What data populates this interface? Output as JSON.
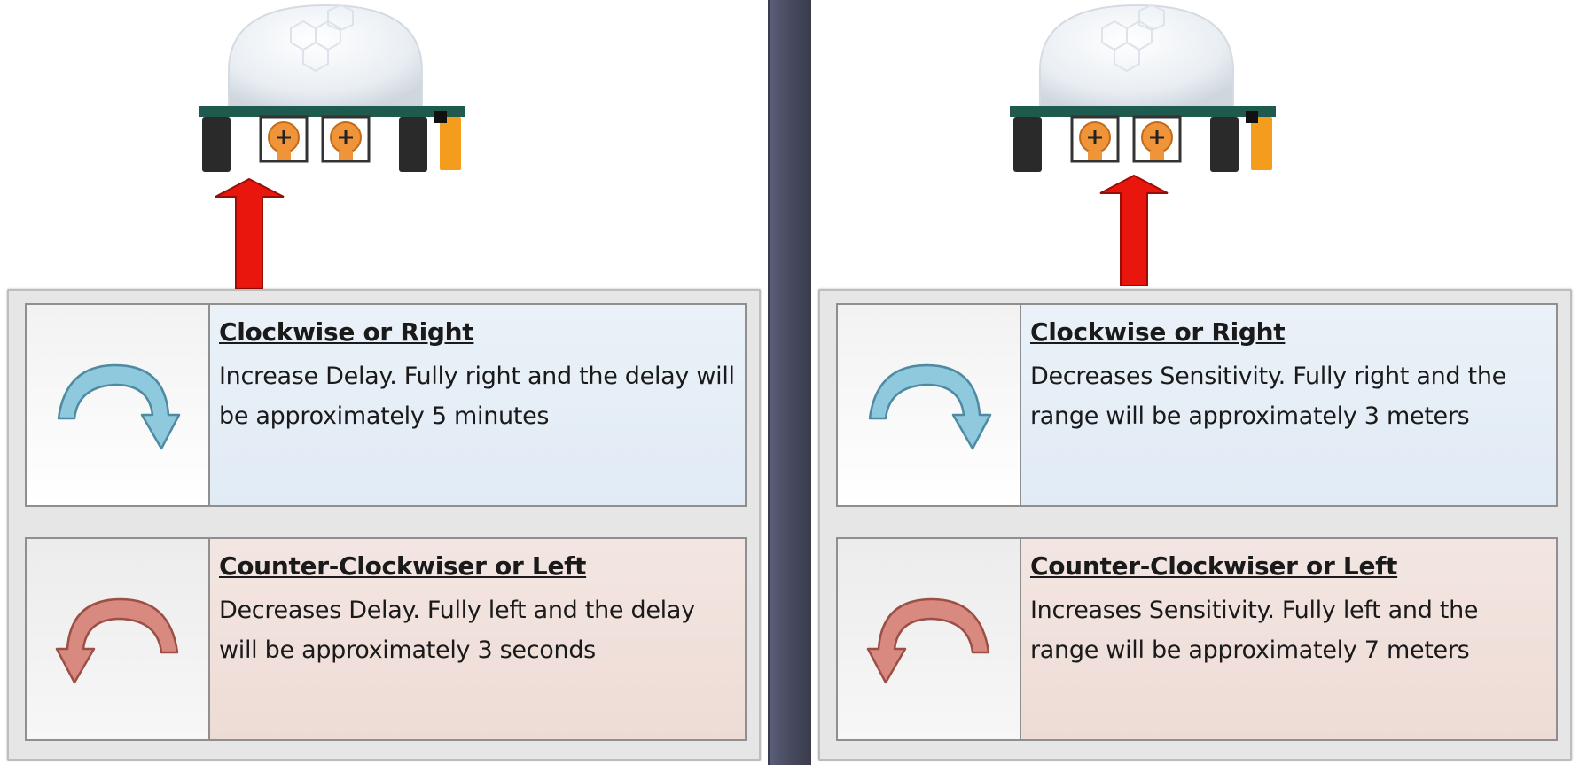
{
  "panels": [
    {
      "clockwise": {
        "heading": "Clockwise or Right",
        "description": "Increase Delay.  Fully right and the delay will be approximately 5 minutes",
        "icon": "clockwise-arrow-icon",
        "color": "#8fc9de"
      },
      "counter_clockwise": {
        "heading": "Counter-Clockwiser or Left",
        "description": "Decreases Delay.  Fully left and the delay will be approximately 3 seconds",
        "icon": "counter-clockwise-arrow-icon",
        "color": "#d88a80"
      },
      "pointer_potentiometer": "left",
      "pointer_icon": "red-up-arrow-icon"
    },
    {
      "clockwise": {
        "heading": "Clockwise or Right",
        "description": "Decreases Sensitivity.  Fully right and the range will be approximately 3 meters",
        "icon": "clockwise-arrow-icon",
        "color": "#8fc9de"
      },
      "counter_clockwise": {
        "heading": "Counter-Clockwiser or Left",
        "description": "Increases Sensitivity.  Fully left and the range will be approximately 7 meters",
        "icon": "counter-clockwise-arrow-icon",
        "color": "#d88a80"
      },
      "pointer_potentiometer": "right",
      "pointer_icon": "red-up-arrow-icon"
    }
  ],
  "colors": {
    "pointer_arrow": "#e8160c",
    "potentiometer": "#f0943a",
    "pin_dark": "#2a2a2a",
    "pin_orange": "#f39c1e",
    "board": "#1e5a4e"
  }
}
